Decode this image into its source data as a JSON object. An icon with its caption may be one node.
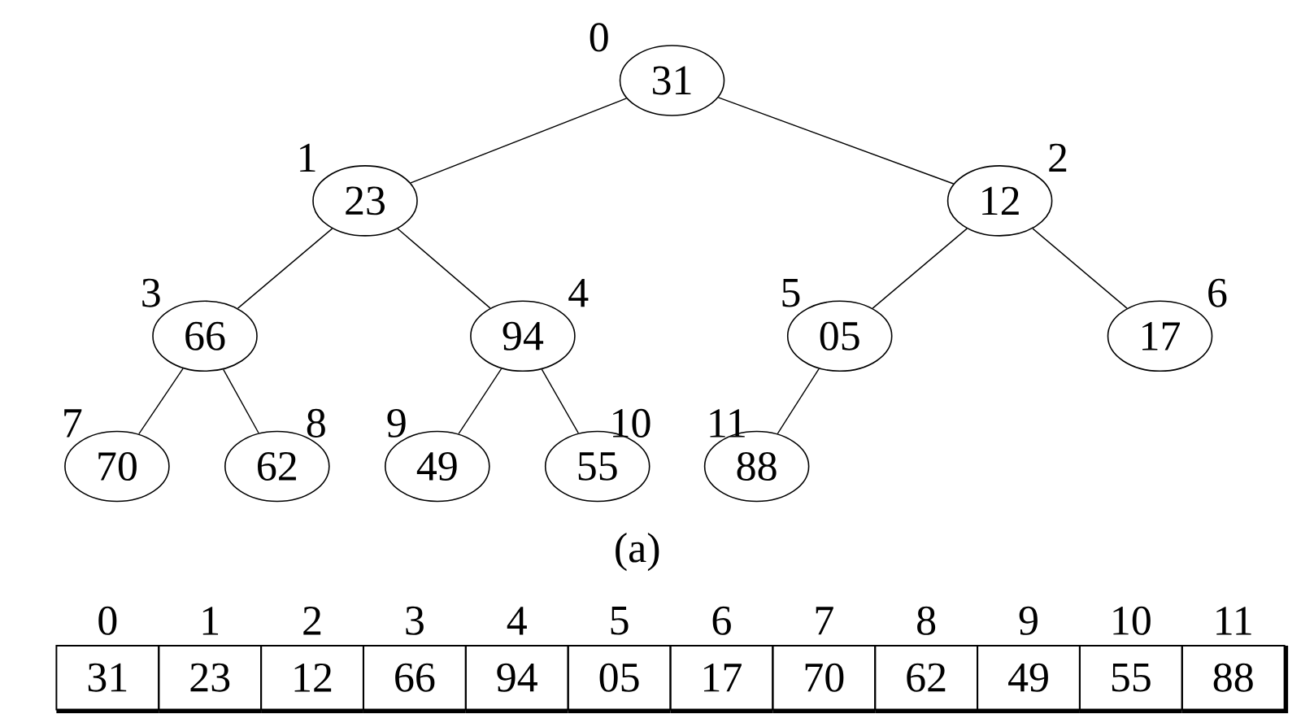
{
  "diagram": {
    "caption": "(a)",
    "nodes": [
      {
        "text": [
          "31"
        ],
        "beside": [
          "0"
        ]
      },
      {
        "text": [
          "23"
        ],
        "beside": [
          "1"
        ]
      },
      {
        "text": [
          "12"
        ],
        "beside": [
          "2"
        ]
      },
      {
        "text": [
          "66"
        ],
        "beside": [
          "3"
        ]
      },
      {
        "text": [
          "94"
        ],
        "beside": [
          "4"
        ]
      },
      {
        "text": [
          "05"
        ],
        "beside": [
          "5"
        ]
      },
      {
        "text": [
          "17"
        ],
        "beside": [
          "6"
        ]
      },
      {
        "text": [
          "70"
        ],
        "beside": [
          "7"
        ]
      },
      {
        "text": [
          "62"
        ],
        "beside": [
          "8"
        ]
      },
      {
        "text": [
          "49"
        ],
        "beside": [
          "9"
        ]
      },
      {
        "text": [
          "55"
        ],
        "beside": [
          "10"
        ]
      },
      {
        "text": [
          "88"
        ],
        "beside": [
          "11"
        ]
      }
    ],
    "edges": [
      {
        "from": 0,
        "to": 1,
        "arrow": "none"
      },
      {
        "from": 0,
        "to": 2,
        "arrow": "none"
      },
      {
        "from": 1,
        "to": 3,
        "arrow": "none"
      },
      {
        "from": 1,
        "to": 4,
        "arrow": "none"
      },
      {
        "from": 2,
        "to": 5,
        "arrow": "none"
      },
      {
        "from": 2,
        "to": 6,
        "arrow": "none"
      },
      {
        "from": 3,
        "to": 7,
        "arrow": "none"
      },
      {
        "from": 3,
        "to": 8,
        "arrow": "none"
      },
      {
        "from": 4,
        "to": 9,
        "arrow": "none"
      },
      {
        "from": 4,
        "to": 10,
        "arrow": "none"
      },
      {
        "from": 5,
        "to": 11,
        "arrow": "none"
      }
    ],
    "labels": [
      "0",
      "1",
      "2",
      "3",
      "4",
      "5",
      "6",
      "7",
      "8",
      "9",
      "10",
      "11",
      "31",
      "23",
      "12",
      "66",
      "94",
      "05",
      "17",
      "70",
      "62",
      "49",
      "55",
      "88"
    ]
  }
}
